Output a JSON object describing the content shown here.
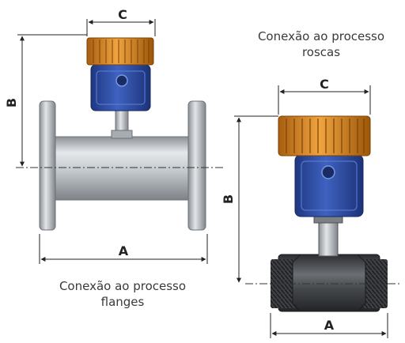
{
  "captions": {
    "threaded_line1": "Conexão ao processo",
    "threaded_line2": "roscas",
    "flanged_line1": "Conexão ao processo",
    "flanged_line2": "flanges"
  },
  "dimensions": {
    "a": "A",
    "b": "B",
    "c": "C"
  },
  "colors": {
    "housing_blue": "#2f4fa8",
    "cap_orange": "#d98a22",
    "body_steel": "#b9bec3",
    "thread_dark": "#3d3f42"
  }
}
